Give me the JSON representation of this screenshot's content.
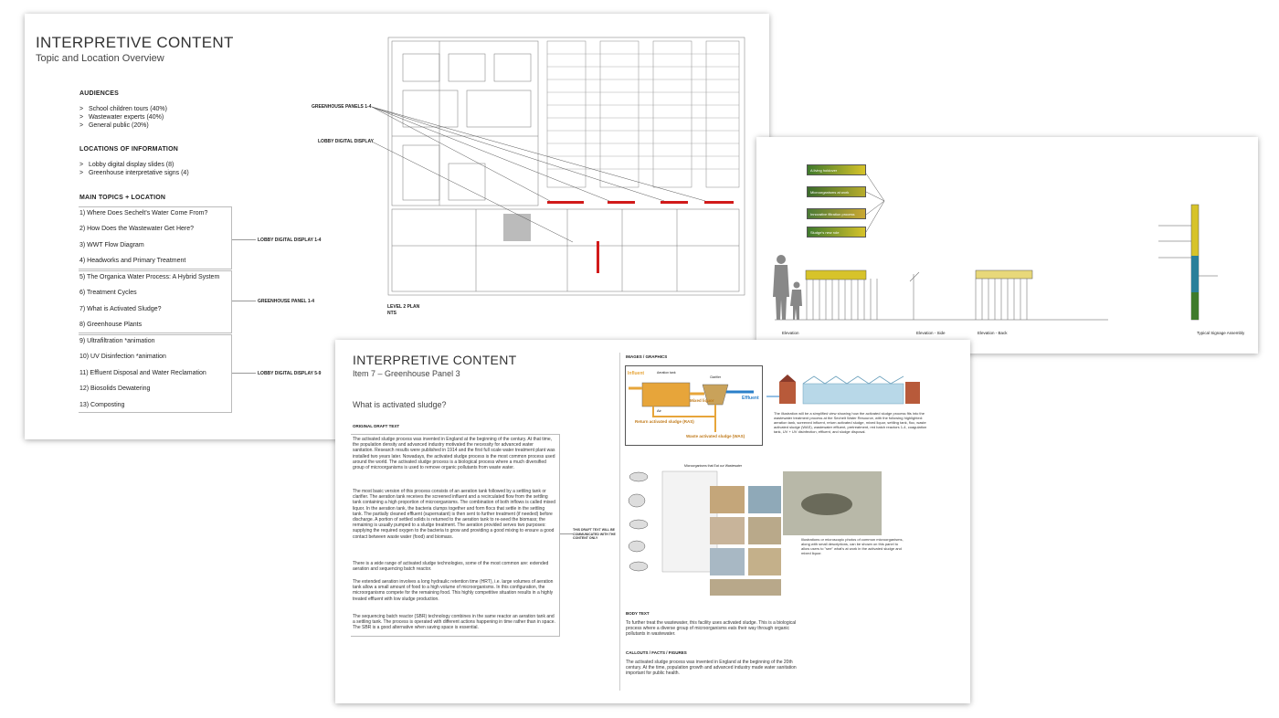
{
  "sheet1": {
    "title": "INTERPRETIVE CONTENT",
    "subtitle": "Topic and Location Overview",
    "audiences": {
      "heading": "AUDIENCES",
      "items": [
        "School children tours (40%)",
        "Wastewater experts (40%)",
        "General public (20%)"
      ]
    },
    "locations": {
      "heading": "LOCATIONS OF INFORMATION",
      "items": [
        "Lobby digital display slides (8)",
        "Greenhouse interpretative signs (4)"
      ]
    },
    "topics": {
      "heading": "MAIN TOPICS + LOCATION",
      "items": [
        "1)  Where Does Sechelt's Water Come From?",
        "2)  How Does the Wastewater Get Here?",
        "3)  WWT Flow Diagram",
        "4)  Headworks and Primary Treatment",
        "5)  The Organica Water Process: A Hybrid System",
        "6)  Treatment Cycles",
        "7)  What is Activated Sludge?",
        "8)  Greenhouse Plants",
        "9)  Ultrafiltration  *animation",
        "10) UV Disinfection  *animation",
        "11) Effluent Disposal and Water Reclamation",
        "12) Biosolids Dewatering",
        "13) Composting"
      ]
    },
    "group_labels": [
      "LOBBY DIGITAL DISPLAY 1-4",
      "GREENHOUSE PANEL 1-4",
      "LOBBY DIGITAL DISPLAY 5-9"
    ],
    "plan_labels": {
      "greenhouse": "GREENHOUSE PANELS 1-4",
      "lobby": "LOBBY DIGITAL DISPLAY",
      "plan_title": "LEVEL 2 PLAN",
      "plan_scale": "NTS"
    }
  },
  "sheet2": {
    "panel_labels": [
      "A living holdover",
      "Microorganisms at work",
      "Innovative filtration process",
      "Sludge's new role"
    ],
    "elevation_labels": [
      "Elevation",
      "Elevation - Side",
      "Elevation - Back",
      "Typical Signage Assembly"
    ]
  },
  "sheet3": {
    "title": "INTERPRETIVE CONTENT",
    "subtitle": "Item 7 – Greenhouse Panel 3",
    "question": "What is activated sludge?",
    "draft_heading": "ORIGINAL DRAFT TEXT",
    "draft_paragraphs": [
      "The activated sludge process was invented in England at the beginning of the century. At that time, the population density and advanced industry motivated the necessity for advanced water sanitation. Research results were published in 1914 and the first full scale water treatment plant was installed two years later. Nowadays, the activated sludge process is the most common process used around the world. The activated sludge process is a biological process where a much diversified group of microorganisms is used to remove organic pollutants from waste water.",
      "The most basic version of this process consists of an aeration tank followed by a settling tank or clarifier. The aeration tank receives the screened influent and a recirculated flow from the settling tank containing a high proportion of microorganisms. The combination of both inflows is called mixed liquor. In the aeration tank, the bacteria clumps together and form flocs that settle in the settling tank. The partially cleaned effluent (supernatant) is then sent to further treatment (if needed) before discharge. A portion of settled solids is returned to the aeration tank to re-seed the biomass; the remaining is usually pumped to a sludge treatment. The aeration provided serves two purposes: supplying the required oxygen to the bacteria to grow and providing a good mixing to ensure a good contact between waste water (food) and biomass.",
      "There is a wide range of activated sludge technologies, some of the most common are: extended aeration and sequencing batch reactor.",
      "The extended aeration involves a long hydraulic retention time (HRT), i.e. large volumes of aeration tank allow a small amount of food to a high volume of microorganisms. In this configuration, the microorganisms compete for the remaining food. This highly competitive situation results in a highly treated effluent with low sludge production.",
      "The sequencing batch reactor (SBR) technology combines in the same reactor an aeration tank and a settling tank. The process is operated with different actions happening in time rather than in space. The SBR is a good alternative when saving space is essential."
    ],
    "side_note": "THIS DRAFT TEXT WILL BE COMMUNICATED WITH THE CONTENT ONLY",
    "images_heading": "IMAGES / GRAPHICS",
    "diagram": {
      "influent": "Influent",
      "aeration_tank": "Aeration tank",
      "clarifier": "Clarifier",
      "air": "Air",
      "mixed_liquor": "Mixed liquor",
      "effluent": "Effluent",
      "ras": "Return activated sludge (RAS)",
      "was": "Waste activated sludge (WAS)"
    },
    "diagram_caption": "The illustration will be a simplified view showing how the activated sludge process fits into the wastewater treatment process at the Sechelt Water Resource, with the following highlighted: aeration tank, screened influent, return activated sludge, mixed liquor, settling tank, floc, waste activated sludge (WAS), wastewater effluent, pretreatment, red batch reactors 1-4, coagulation tank, UV + UV disinfection, effluent, and sludge disposal.",
    "micro_caption": "Illustrations or microscopic photos of common microorganisms, along with small descriptions, can be shown on this panel to allow users to \"see\" what's at work in the activated sludge and mixed liquor.",
    "micro_chart_title": "Microorganisms that Eat our Wastewater",
    "body_heading": "BODY TEXT",
    "body_text": "To further treat the wastewater, this facility uses activated sludge. This is a biological process where a diverse group of microorganisms eats their way through organic pollutants in wastewater.",
    "callouts_heading": "CALLOUTS / FACTS / FIGURES",
    "callouts_text": "The activated sludge process was invented in England at the beginning of the 20th century. At the time, population growth and advanced industry made water sanitation important for public health."
  },
  "colors": {
    "sheet_bg": "#ffffff",
    "red_marker": "#d11a1a",
    "diagram_yellow": "#e7a53a",
    "diagram_blue": "#2a7fc9",
    "panel_green": "#3f7a2c"
  }
}
